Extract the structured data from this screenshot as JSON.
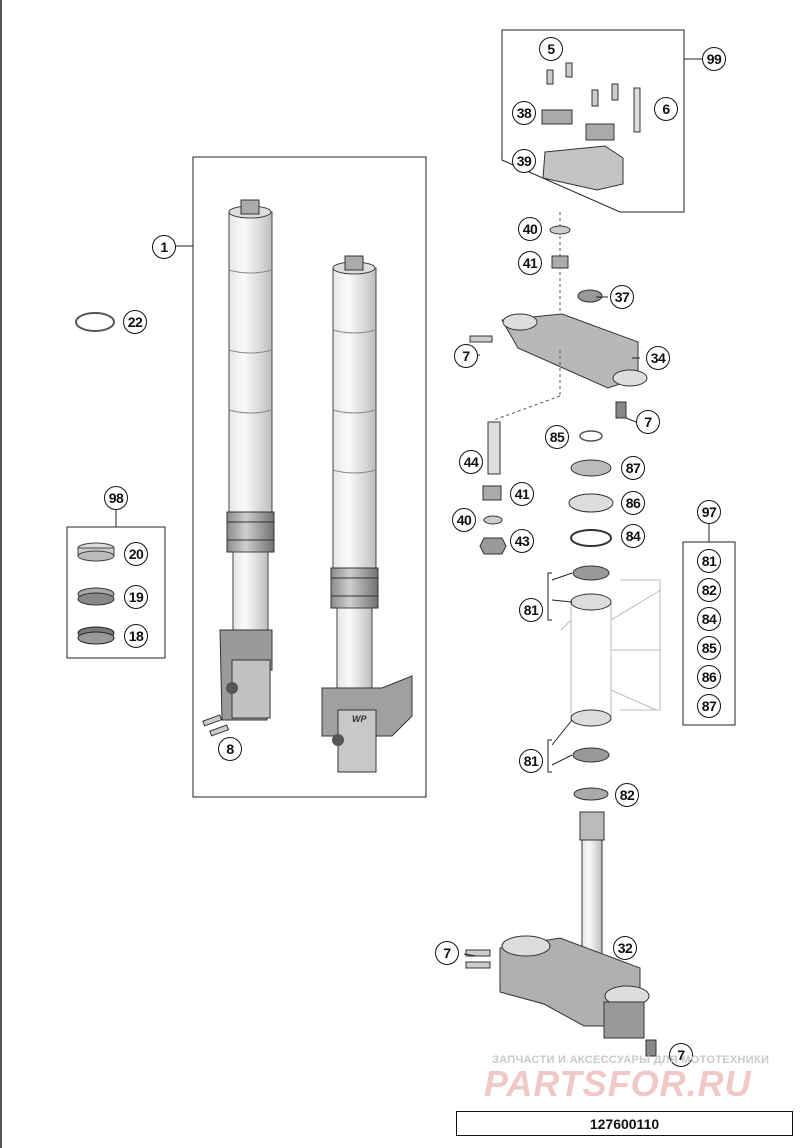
{
  "diagram": {
    "part_number": "127600110",
    "watermark": {
      "line1": "ЗАПЧАСТИ И АКСЕССУАРЫ ДЛЯ МОТОТЕХНИКИ",
      "logo": "PARTSFOR.RU"
    },
    "callouts": {
      "c1": "1",
      "c5": "5",
      "c6": "6",
      "c7a": "7",
      "c7b": "7",
      "c7c": "7",
      "c7d": "7",
      "c8": "8",
      "c18": "18",
      "c19": "19",
      "c20": "20",
      "c22": "22",
      "c32": "32",
      "c34": "34",
      "c37": "37",
      "c38": "38",
      "c39": "39",
      "c40a": "40",
      "c40b": "40",
      "c41a": "41",
      "c41b": "41",
      "c43": "43",
      "c44": "44",
      "c81a": "81",
      "c81b": "81",
      "c82": "82",
      "c84": "84",
      "c85": "85",
      "c86": "86",
      "c87": "87",
      "c97": "97",
      "c98": "98",
      "c99": "99",
      "k81": "81",
      "k82": "82",
      "k84": "84",
      "k85": "85",
      "k86": "86",
      "k87": "87"
    }
  }
}
